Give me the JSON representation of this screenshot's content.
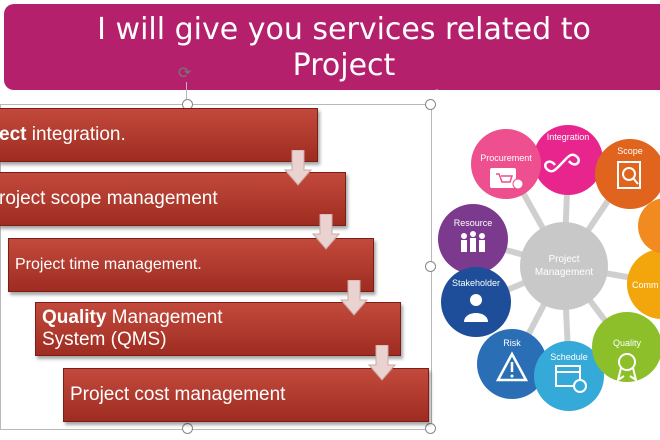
{
  "banner": {
    "title_line1": "I will give you services related to Project",
    "title_line2": "management",
    "color": "#b5206d"
  },
  "steps": [
    {
      "bold": "ect",
      "text": " integration."
    },
    {
      "bold": "",
      "text": "roject scope management"
    },
    {
      "bold": "",
      "text": "Project time management."
    },
    {
      "bold": "Quality",
      "text": " Management",
      "line2": "System (QMS)"
    },
    {
      "bold": "",
      "text": "Project cost management"
    }
  ],
  "diagram": {
    "center_line1": "Project",
    "center_line2": "Management",
    "nodes": [
      {
        "label": "Integration",
        "icon": "infinity-icon",
        "color": "#e8258d"
      },
      {
        "label": "Scope",
        "icon": "magnifier-document-icon",
        "color": "#e0641d"
      },
      {
        "label": "Procurement",
        "icon": "shopping-cart-icon",
        "color": "#ee4f8e"
      },
      {
        "label": "Resource",
        "icon": "people-group-icon",
        "color": "#7b3a8e"
      },
      {
        "label": "Stakeholder",
        "icon": "person-icon",
        "color": "#1e4e9a"
      },
      {
        "label": "Risk",
        "icon": "warning-triangle-icon",
        "color": "#2a6fb6"
      },
      {
        "label": "Schedule",
        "icon": "calendar-clock-icon",
        "color": "#35a9d8"
      },
      {
        "label": "Quality",
        "icon": "award-ribbon-icon",
        "color": "#8cbf2a"
      },
      {
        "label": "Comm",
        "icon": "",
        "color": "#f3a50c"
      }
    ]
  }
}
